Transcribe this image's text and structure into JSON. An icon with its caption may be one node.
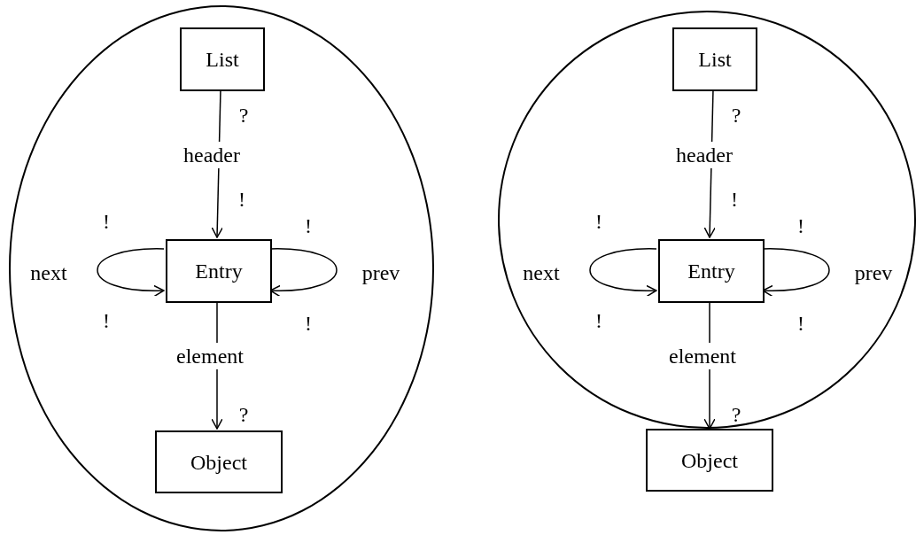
{
  "diagram": {
    "nodes": [
      {
        "text": [],
        "shape": "ellipse"
      },
      {
        "text": [
          "List"
        ],
        "in": 0
      },
      {
        "text": [
          "Entry"
        ],
        "in": 0
      },
      {
        "text": [
          "Object"
        ],
        "in": 0
      },
      {
        "text": [],
        "shape": "circle"
      },
      {
        "text": [
          "List"
        ],
        "in": 4
      },
      {
        "text": [
          "Entry"
        ],
        "in": 4
      },
      {
        "text": [
          "Object"
        ]
      }
    ],
    "edges": [
      {
        "from": 1,
        "to": 2,
        "arrow": "to",
        "label": "header"
      },
      {
        "from": 2,
        "to": 2,
        "arrow": "to",
        "label": "next"
      },
      {
        "from": 2,
        "to": 2,
        "arrow": "to",
        "label": "prev"
      },
      {
        "from": 2,
        "to": 3,
        "arrow": "to",
        "label": "element"
      },
      {
        "from": 5,
        "to": 6,
        "arrow": "to",
        "label": "header"
      },
      {
        "from": 6,
        "to": 6,
        "arrow": "to",
        "label": "next"
      },
      {
        "from": 6,
        "to": 6,
        "arrow": "to",
        "label": "prev"
      },
      {
        "from": 6,
        "to": 7,
        "arrow": "to",
        "label": "element"
      }
    ],
    "labels": [
      "?",
      "!",
      "!",
      "!",
      "!",
      "!",
      "?",
      "?",
      "!",
      "!",
      "!",
      "!",
      "!",
      "?"
    ]
  }
}
